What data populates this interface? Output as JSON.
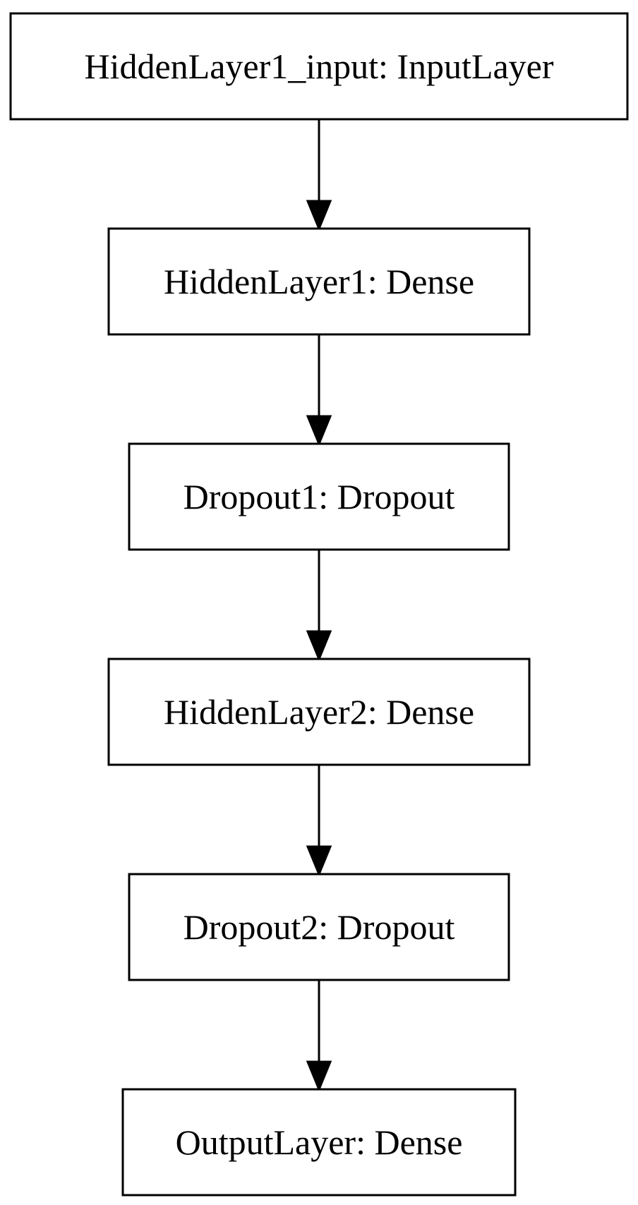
{
  "diagram": {
    "type": "flowchart",
    "direction": "top-to-bottom",
    "nodes": [
      {
        "id": "n0",
        "label": "HiddenLayer1_input: InputLayer"
      },
      {
        "id": "n1",
        "label": "HiddenLayer1: Dense"
      },
      {
        "id": "n2",
        "label": "Dropout1: Dropout"
      },
      {
        "id": "n3",
        "label": "HiddenLayer2: Dense"
      },
      {
        "id": "n4",
        "label": "Dropout2: Dropout"
      },
      {
        "id": "n5",
        "label": "OutputLayer: Dense"
      }
    ],
    "edges": [
      {
        "from": "n0",
        "to": "n1"
      },
      {
        "from": "n1",
        "to": "n2"
      },
      {
        "from": "n2",
        "to": "n3"
      },
      {
        "from": "n3",
        "to": "n4"
      },
      {
        "from": "n4",
        "to": "n5"
      }
    ],
    "colors": {
      "stroke": "#000000",
      "fill": "#ffffff",
      "text": "#000000"
    }
  }
}
